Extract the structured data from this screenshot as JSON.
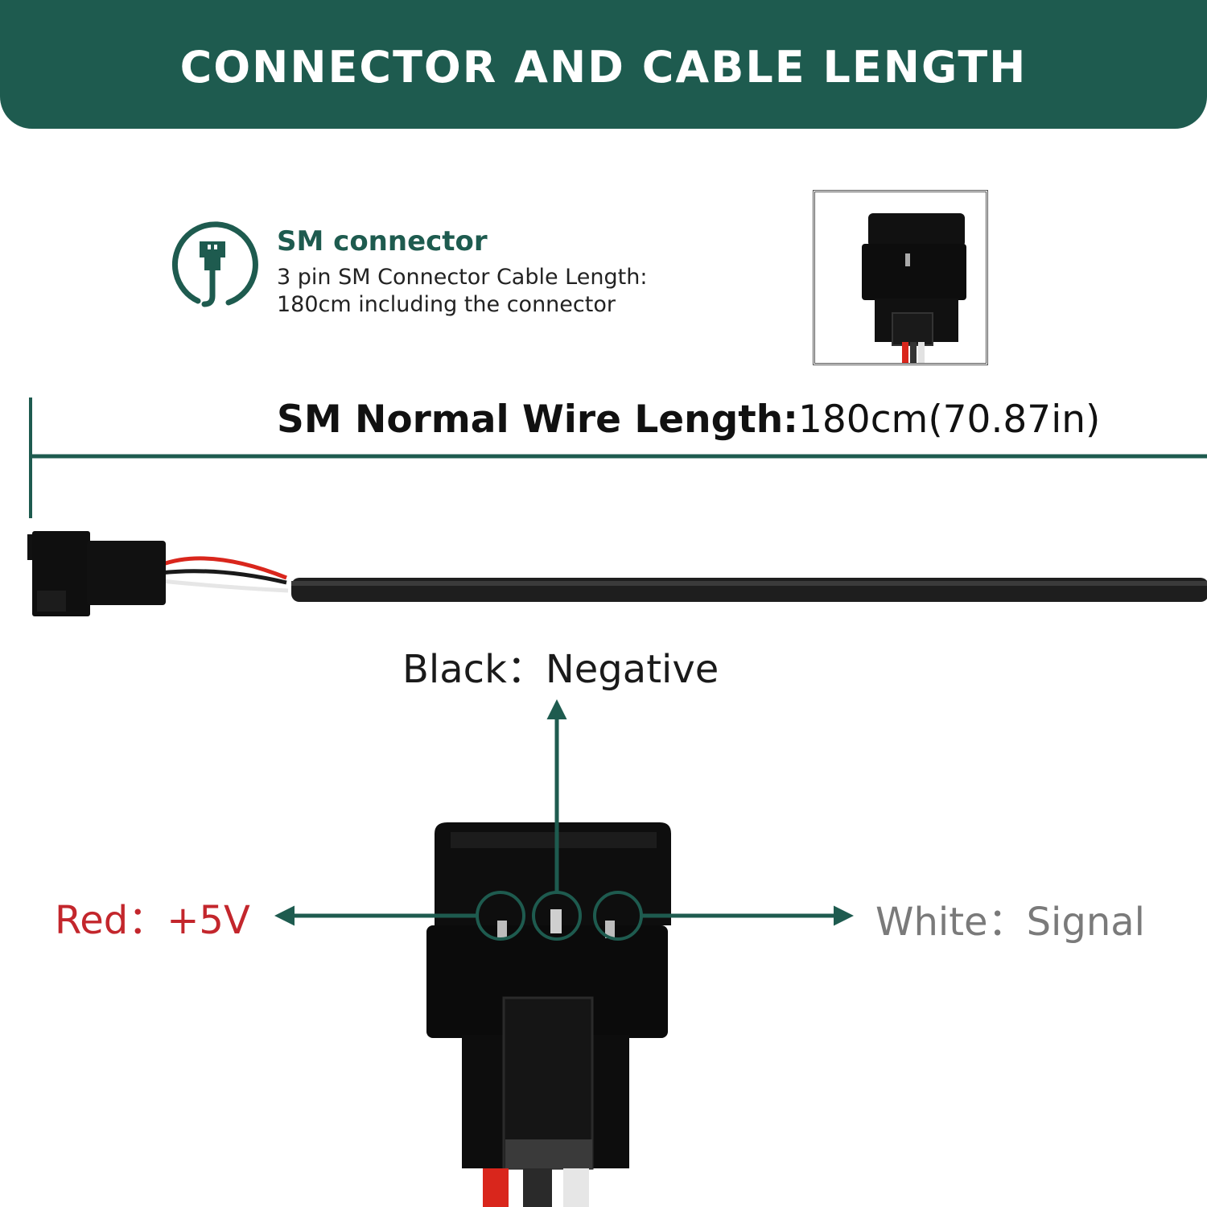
{
  "header": {
    "title": "CONNECTOR AND CABLE LENGTH"
  },
  "connector_info": {
    "title": "SM connector",
    "description_line1": "3 pin SM Connector Cable Length:",
    "description_line2": "180cm including the connector",
    "icon": "connector-plug-icon"
  },
  "wire_length": {
    "label": "SM Normal Wire Length:",
    "value": "180cm(70.87in)"
  },
  "pins": {
    "black": "Black：Negative",
    "red": "Red：+5V",
    "white": "White：Signal"
  },
  "colors": {
    "brand": "#1e5b4f",
    "red_label": "#c3262c",
    "white_label": "#7a7a7a",
    "connector": "#0f0f0f",
    "wire_red": "#d9261c",
    "wire_black": "#1a1a1a",
    "wire_white": "#e6e6e6"
  }
}
